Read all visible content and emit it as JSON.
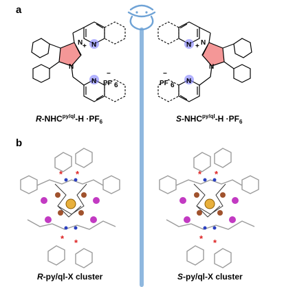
{
  "panels": {
    "a": "a",
    "b": "b"
  },
  "molecules": {
    "left": {
      "prefix": "R",
      "mid": "-NHC",
      "sup": "py/ql",
      "suffix": "-H ·PF",
      "sub": "6"
    },
    "right": {
      "prefix": "S",
      "mid": "-NHC",
      "sup": "py/ql",
      "suffix": "-H ·PF",
      "sub": "6"
    }
  },
  "atoms": {
    "nitrogen": "N",
    "plus": "+",
    "minus": "−",
    "anion": "PF",
    "anion_sub": "6"
  },
  "clusters": {
    "left": {
      "prefix": "R",
      "rest": "-py/ql-X cluster"
    },
    "right": {
      "prefix": "S",
      "rest": "-py/ql-X cluster"
    }
  },
  "colors": {
    "divider": "#8fb8df",
    "logo": "#6fa3d6",
    "n_highlight": "#7f7fff",
    "imidazolium": "#f07474",
    "cu_atom": "#a0522d",
    "halide_atom": "#c23ac2",
    "core_atom": "#e8b03c",
    "n_atom": "#2a3fbf",
    "ligand_wire": "#9a9a9a"
  }
}
